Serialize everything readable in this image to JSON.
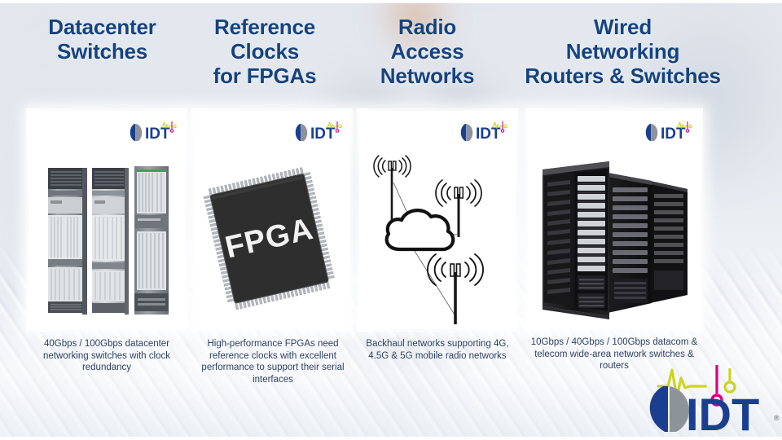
{
  "slide": {
    "brand": "IDT",
    "accent_heading_color": "#15437f",
    "accent_caption_color": "#2b3f63",
    "logo_blue": "#1b3f8f",
    "logo_gray": "#8e9299",
    "logo_wave_yellow": "#cdd420",
    "logo_magenta": "#d1008a"
  },
  "columns": [
    {
      "heading": "Datacenter\nSwitches",
      "heading_lines": [
        "Datacenter",
        "Switches"
      ],
      "art": "server-chassis-row",
      "art_label": "",
      "caption": "40Gbps / 100Gbps datacenter networking switches with clock redundancy",
      "logo": "IDT"
    },
    {
      "heading": "Reference\nClocks\nfor FPGAs",
      "heading_lines": [
        "Reference",
        "Clocks",
        "for FPGAs"
      ],
      "art": "fpga-chip",
      "art_label": "FPGA",
      "caption": "High-performance FPGAs need reference clocks with excellent performance to support their serial interfaces",
      "logo": "IDT"
    },
    {
      "heading": "Radio\nAccess\nNetworks",
      "heading_lines": [
        "Radio",
        "Access",
        "Networks"
      ],
      "art": "cloud-and-cell-towers",
      "art_label": "",
      "caption": "Backhaul networks supporting 4G, 4.5G & 5G mobile radio networks",
      "logo": "IDT"
    },
    {
      "heading": "Wired\nNetworking\nRouters & Switches",
      "heading_lines": [
        "Wired",
        "Networking",
        "Routers & Switches"
      ],
      "art": "black-server-cabinets",
      "art_label": "",
      "caption": "10Gbps / 40Gbps / 100Gbps datacom & telecom wide-area network switches & routers",
      "logo": "IDT"
    }
  ],
  "corner_logo": {
    "wordmark": "IDT",
    "trademark": "®"
  }
}
